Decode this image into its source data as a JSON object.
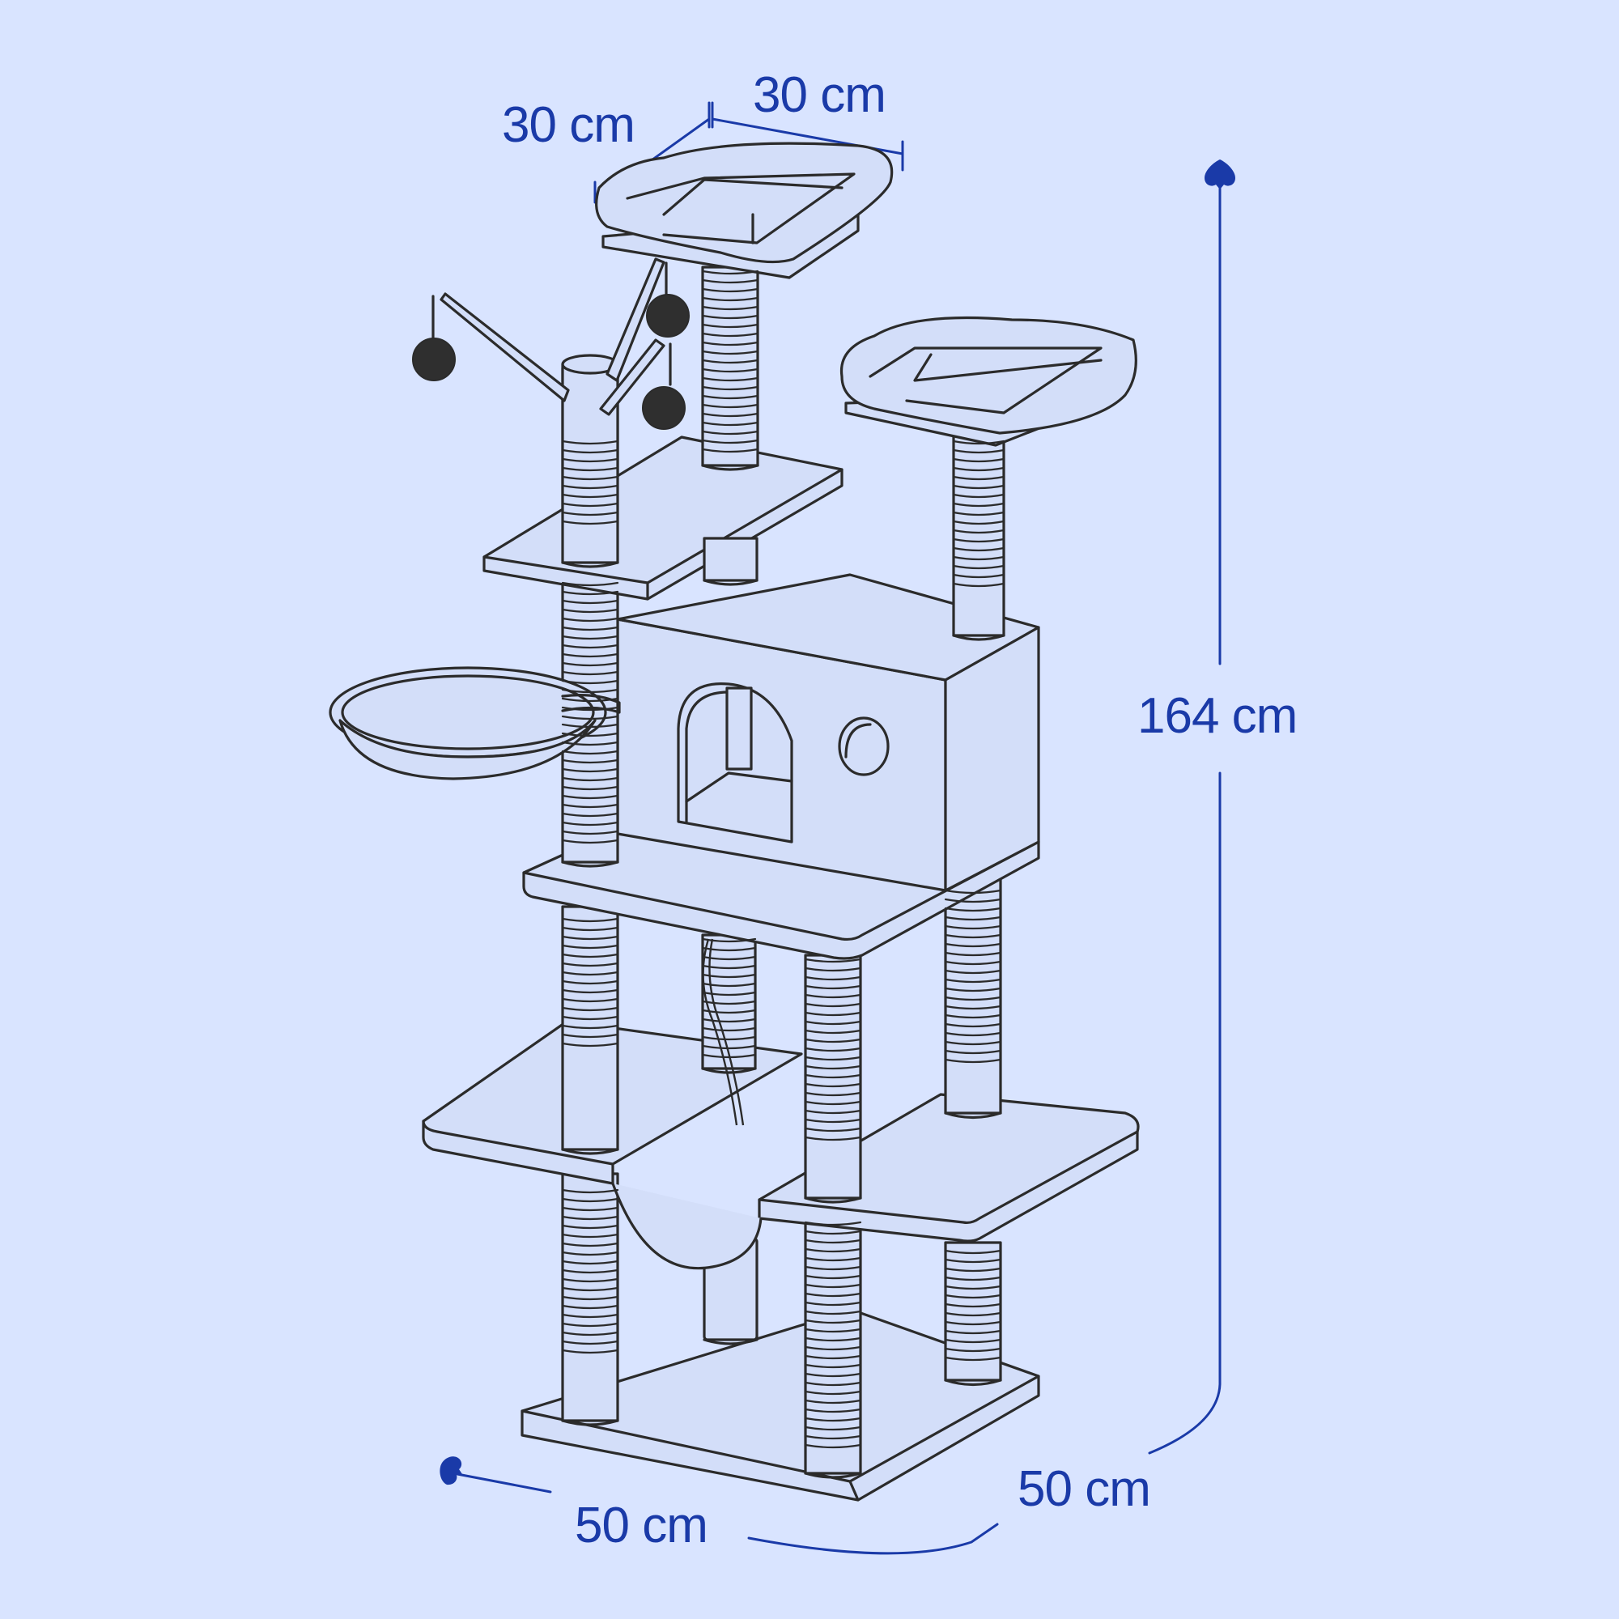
{
  "dimensions": {
    "top_depth": "30 cm",
    "top_width": "30 cm",
    "height": "164 cm",
    "base_depth": "50 cm",
    "base_width": "50 cm"
  },
  "colors": {
    "background": "#d9e4ff",
    "dimension": "#1a3aa8",
    "outline": "#2b2b2b",
    "ball": "#2f2f2f"
  },
  "icons": {
    "arrowhead": "heart-shaped-arrowhead"
  }
}
